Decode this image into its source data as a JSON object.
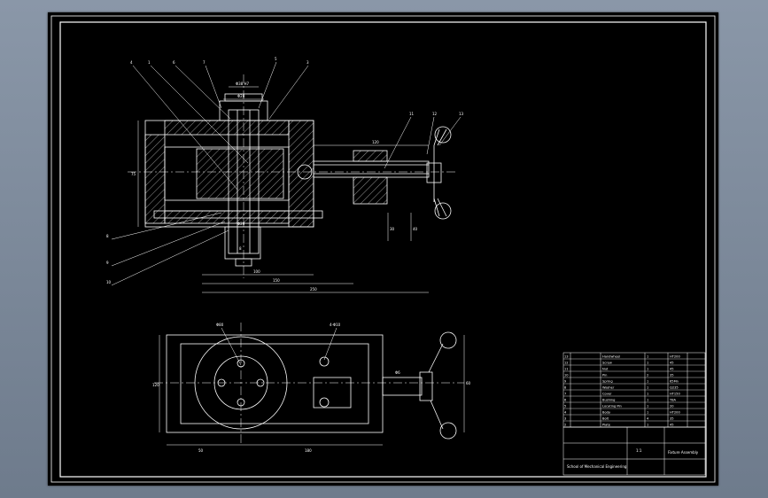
{
  "colors": {
    "background_top": "#8a97a8",
    "sheet": "#000000",
    "line": "#ffffff",
    "hatch": "#ffffff"
  },
  "leaders_left_top": [
    "4",
    "1",
    "6",
    "7"
  ],
  "leaders_right_top": [
    "5",
    "3"
  ],
  "leaders_handwheel": [
    "11",
    "12",
    "13"
  ],
  "leaders_left_side": [
    "8",
    "9",
    "10"
  ],
  "dimension_labels": {
    "top_width_a": "Φ38 H7",
    "top_width_b": "Φ28",
    "left_height": "75",
    "bottom_inner_a": "Φ20",
    "bottom_inner_b": "8",
    "bottom_dim_1": "100",
    "bottom_dim_2": "150",
    "bottom_dim_3": "250",
    "shaft_len": "120",
    "right_h1": "30",
    "right_h2": "40",
    "plan_dia_a": "Φ80",
    "plan_dia_b": "4-Φ10",
    "plan_left": "120",
    "plan_bot_1": "50",
    "plan_bot_2": "180",
    "plan_right": "60",
    "plan_shaft": "Φ6"
  },
  "title_block": {
    "drawing_title": "Fixture Assembly",
    "scale": "1:1",
    "company": "School of Mechanical Engineering",
    "parts_rows": [
      [
        "13",
        "Handwheel",
        "1",
        "HT200"
      ],
      [
        "12",
        "Screw",
        "1",
        "45"
      ],
      [
        "11",
        "Nut",
        "1",
        "45"
      ],
      [
        "10",
        "Pin",
        "2",
        "35"
      ],
      [
        "9",
        "Spring",
        "1",
        "65Mn"
      ],
      [
        "8",
        "Washer",
        "1",
        "Q235"
      ],
      [
        "7",
        "Cover",
        "1",
        "HT150"
      ],
      [
        "6",
        "Bushing",
        "1",
        "T8A"
      ],
      [
        "5",
        "Locating Pin",
        "1",
        "20"
      ],
      [
        "4",
        "Body",
        "1",
        "HT200"
      ],
      [
        "3",
        "Bolt",
        "4",
        "35"
      ],
      [
        "2",
        "Plate",
        "1",
        "45"
      ]
    ]
  }
}
